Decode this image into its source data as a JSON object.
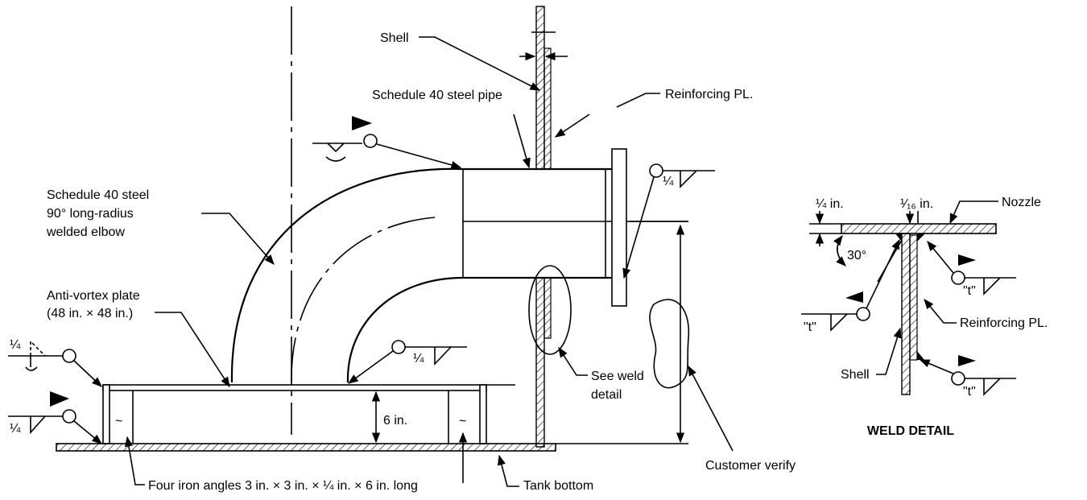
{
  "labels": {
    "shell": "Shell",
    "schedule_40_steel_pipe": "Schedule 40 steel pipe",
    "reinforcing_pl": "Reinforcing PL.",
    "elbow_line1": "Schedule 40 steel",
    "elbow_line2": "90° long-radius",
    "elbow_line3": "welded elbow",
    "anti_vortex_line1": "Anti-vortex plate",
    "anti_vortex_line2": "(48 in. × 48 in.)",
    "six_in": "6 in.",
    "see_weld_line1": "See weld",
    "see_weld_line2": "detail",
    "customer_verify": "Customer verify",
    "four_angles": "Four iron angles 3 in. × 3 in. × ¼ in. × 6 in. long",
    "tank_bottom": "Tank bottom",
    "weld_size_quarter": "¼"
  },
  "weld_detail": {
    "title": "WELD DETAIL",
    "quarter_in": "¼ in.",
    "sixteenth_in": "¹⁄₁₆ in.",
    "nozzle": "Nozzle",
    "thirty_deg": "30°",
    "t_symbol": "\"t\"",
    "reinforcing_pl": "Reinforcing PL.",
    "shell": "Shell"
  }
}
